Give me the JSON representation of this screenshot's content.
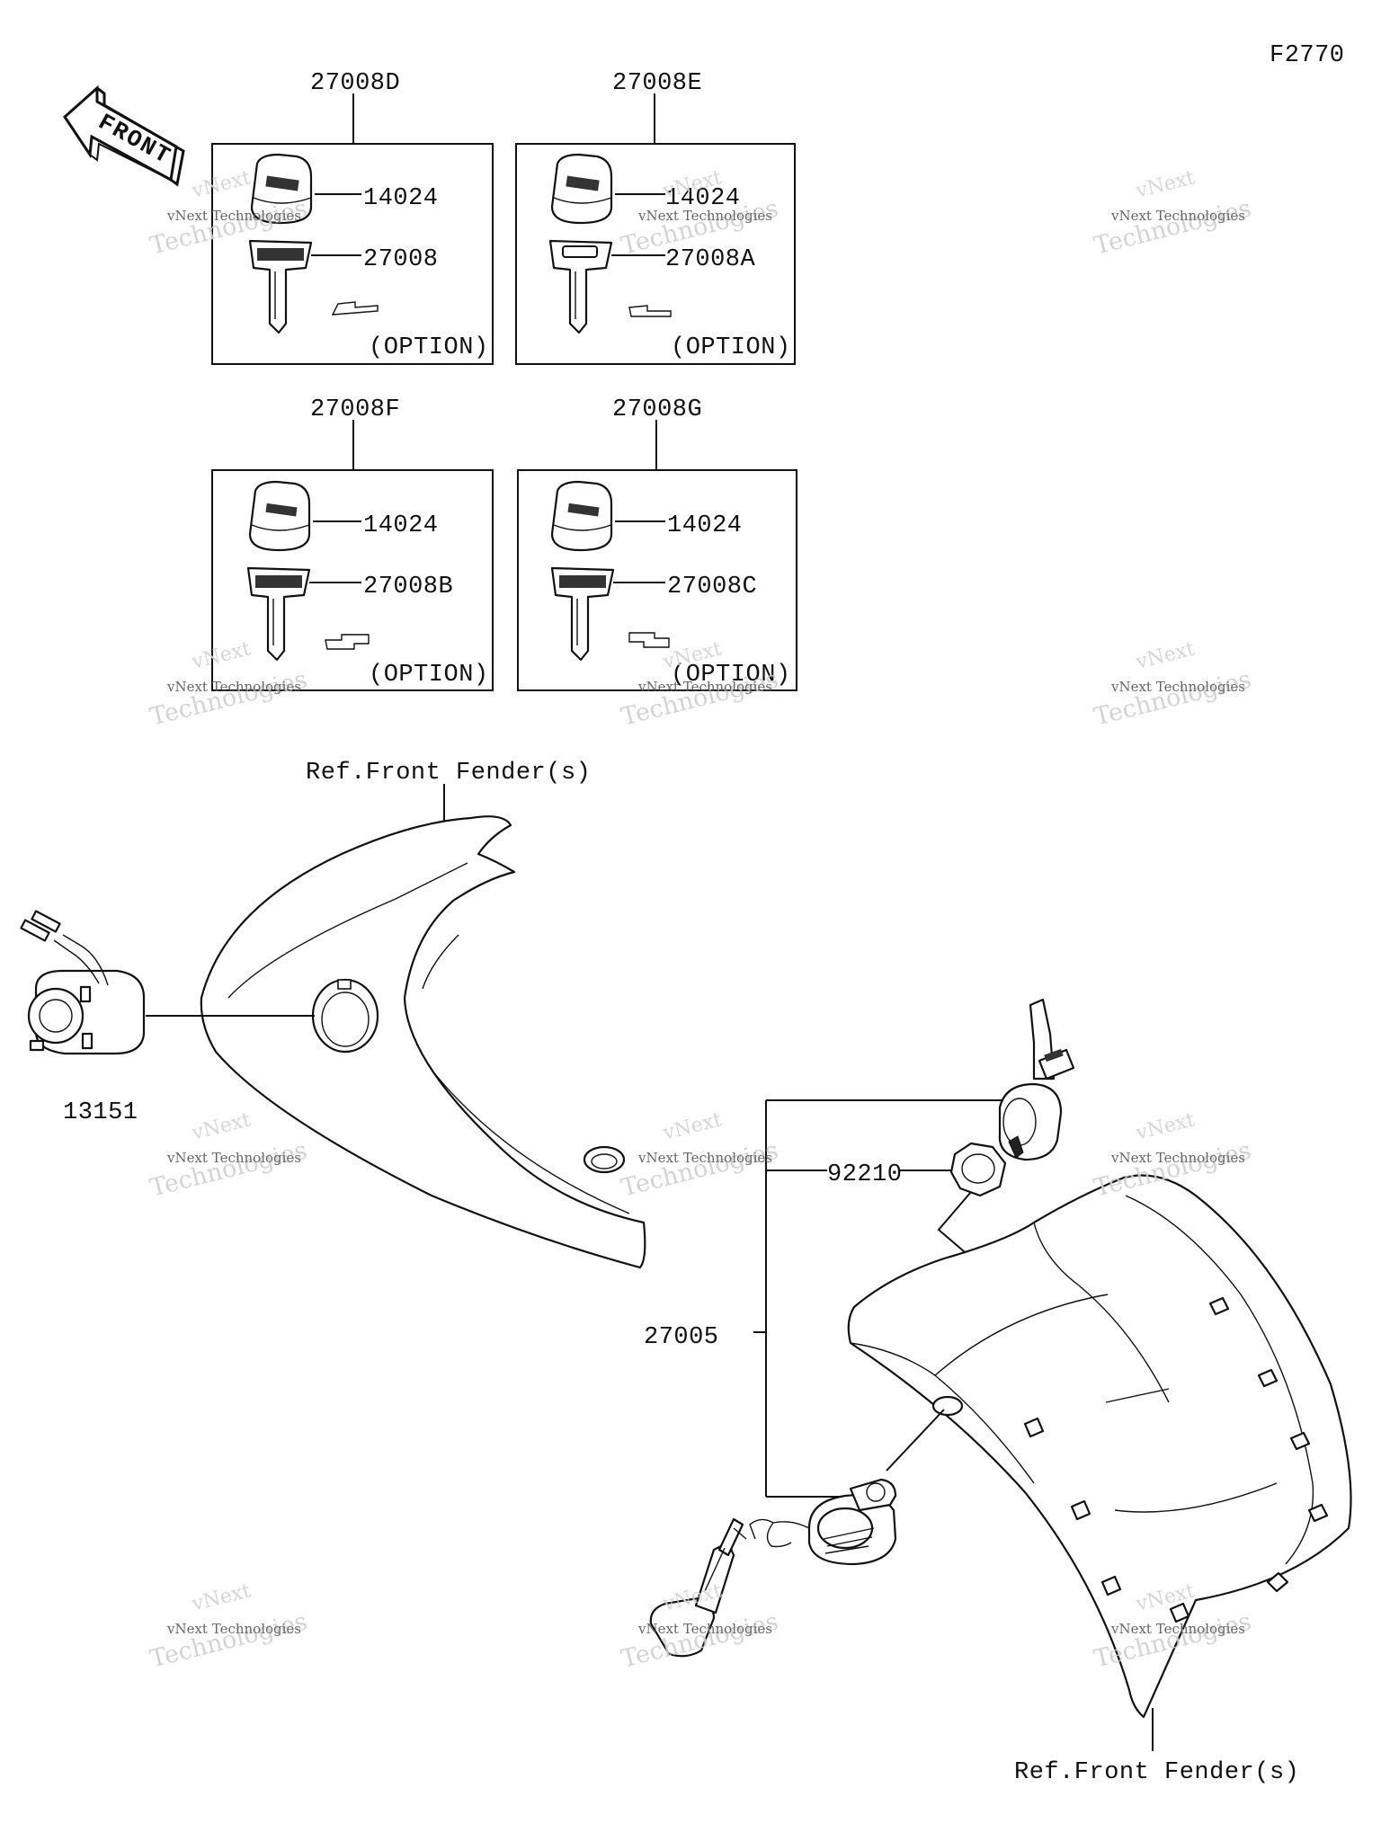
{
  "figure_code": "F2770",
  "front_label": "FRONT",
  "key_sets": [
    {
      "set_number": "27008D",
      "cylinder": "14024",
      "key": "27008",
      "option_label": "(OPTION)"
    },
    {
      "set_number": "27008E",
      "cylinder": "14024",
      "key": "27008A",
      "option_label": "(OPTION)"
    },
    {
      "set_number": "27008F",
      "cylinder": "14024",
      "key": "27008B",
      "option_label": "(OPTION)"
    },
    {
      "set_number": "27008G",
      "cylinder": "14024",
      "key": "27008C",
      "option_label": "(OPTION)"
    }
  ],
  "callouts": {
    "ignition_switch": "13151",
    "nut": "92210",
    "lock_set": "27005",
    "ref_front_fender_top": "Ref.Front Fender(s)",
    "ref_front_fender_bottom": "Ref.Front Fender(s)"
  },
  "watermark": {
    "line1": "vNext Technologies",
    "line2": "Technologies",
    "line3": "vNext"
  }
}
